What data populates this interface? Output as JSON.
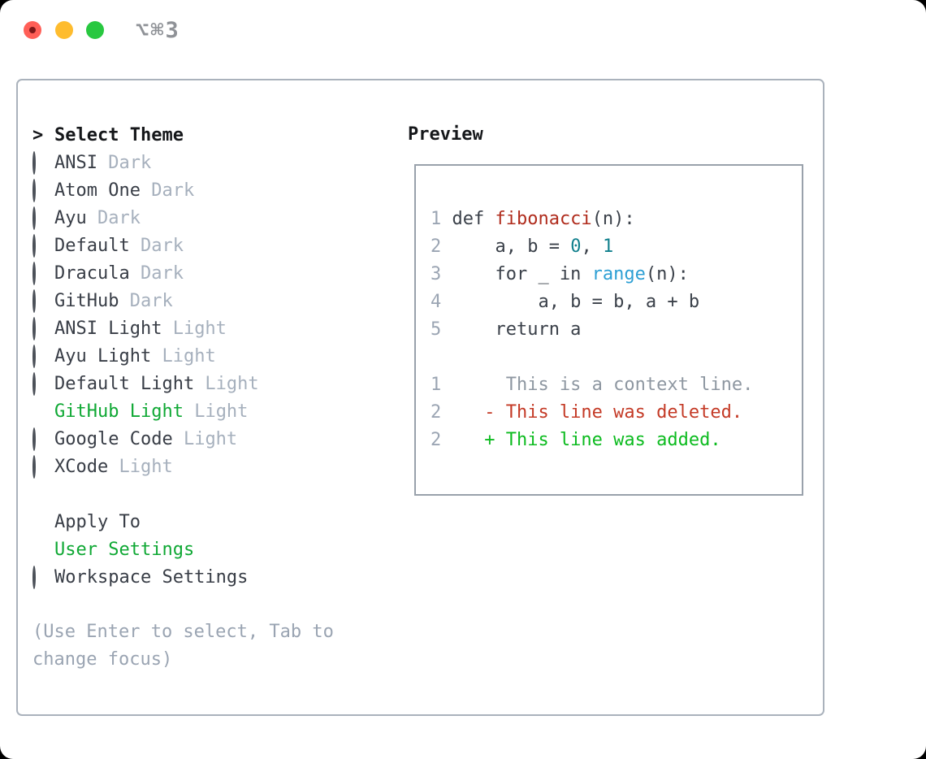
{
  "titlebar": {
    "shortcut": "⌥⌘3"
  },
  "colors": {
    "accent-green": "#0fa834",
    "added-green": "#0cbb1f",
    "deleted-red": "#c43a26",
    "func-red": "#b02c1d",
    "num-teal": "#11808d",
    "builtin-blue": "#2c9fd4",
    "code-fg": "#3a4049",
    "linenum-fg": "#9ba5b3",
    "context-fg": "#8e97a1",
    "item-fg": "#383d46",
    "variant-fg": "#a6b0bd",
    "header-fg": "#15171a",
    "hint-fg": "#9aa4b2",
    "ring": "#4b5058",
    "panel-border": "#aab2bc",
    "preview-border": "#99a1ab",
    "titlebar-fg": "#8f9297",
    "light-red": "#ff5f57",
    "light-yellow": "#febc2e",
    "light-green": "#28c840"
  },
  "theme_picker": {
    "header_prefix": ">",
    "header": "Select Theme",
    "items": [
      {
        "name": "ANSI",
        "variant": "Dark",
        "selected": false
      },
      {
        "name": "Atom One",
        "variant": "Dark",
        "selected": false
      },
      {
        "name": "Ayu",
        "variant": "Dark",
        "selected": false
      },
      {
        "name": "Default",
        "variant": "Dark",
        "selected": false
      },
      {
        "name": "Dracula",
        "variant": "Dark",
        "selected": false
      },
      {
        "name": "GitHub",
        "variant": "Dark",
        "selected": false
      },
      {
        "name": "ANSI Light",
        "variant": "Light",
        "selected": false
      },
      {
        "name": "Ayu Light",
        "variant": "Light",
        "selected": false
      },
      {
        "name": "Default Light",
        "variant": "Light",
        "selected": false
      },
      {
        "name": "GitHub Light",
        "variant": "Light",
        "selected": true
      },
      {
        "name": "Google Code",
        "variant": "Light",
        "selected": false
      },
      {
        "name": "XCode",
        "variant": "Light",
        "selected": false
      }
    ],
    "apply_to": {
      "header": "Apply To",
      "options": [
        {
          "label": "User Settings",
          "selected": true
        },
        {
          "label": "Workspace Settings",
          "selected": false
        }
      ]
    },
    "hint": "(Use Enter to select, Tab to change focus)"
  },
  "preview": {
    "title": "Preview",
    "lines": [
      {
        "num": "1",
        "tokens": [
          {
            "t": "def ",
            "c": "code"
          },
          {
            "t": "fibonacci",
            "c": "function"
          },
          {
            "t": "(n):",
            "c": "code"
          }
        ]
      },
      {
        "num": "2",
        "tokens": [
          {
            "t": "    a, b = ",
            "c": "code"
          },
          {
            "t": "0",
            "c": "number"
          },
          {
            "t": ", ",
            "c": "code"
          },
          {
            "t": "1",
            "c": "number"
          }
        ]
      },
      {
        "num": "3",
        "tokens": [
          {
            "t": "    for _ in ",
            "c": "code"
          },
          {
            "t": "range",
            "c": "builtin"
          },
          {
            "t": "(n):",
            "c": "code"
          }
        ]
      },
      {
        "num": "4",
        "tokens": [
          {
            "t": "        a, b = b, a + b",
            "c": "code"
          }
        ]
      },
      {
        "num": "5",
        "tokens": [
          {
            "t": "    return a",
            "c": "code"
          }
        ]
      },
      {
        "num": "",
        "tokens": []
      },
      {
        "num": "1",
        "tokens": [
          {
            "t": "     This is a context line.",
            "c": "context"
          }
        ]
      },
      {
        "num": "2",
        "tokens": [
          {
            "t": "   - This line was deleted.",
            "c": "deleted"
          }
        ]
      },
      {
        "num": "2",
        "tokens": [
          {
            "t": "   + This line was added.",
            "c": "added"
          }
        ]
      }
    ]
  }
}
